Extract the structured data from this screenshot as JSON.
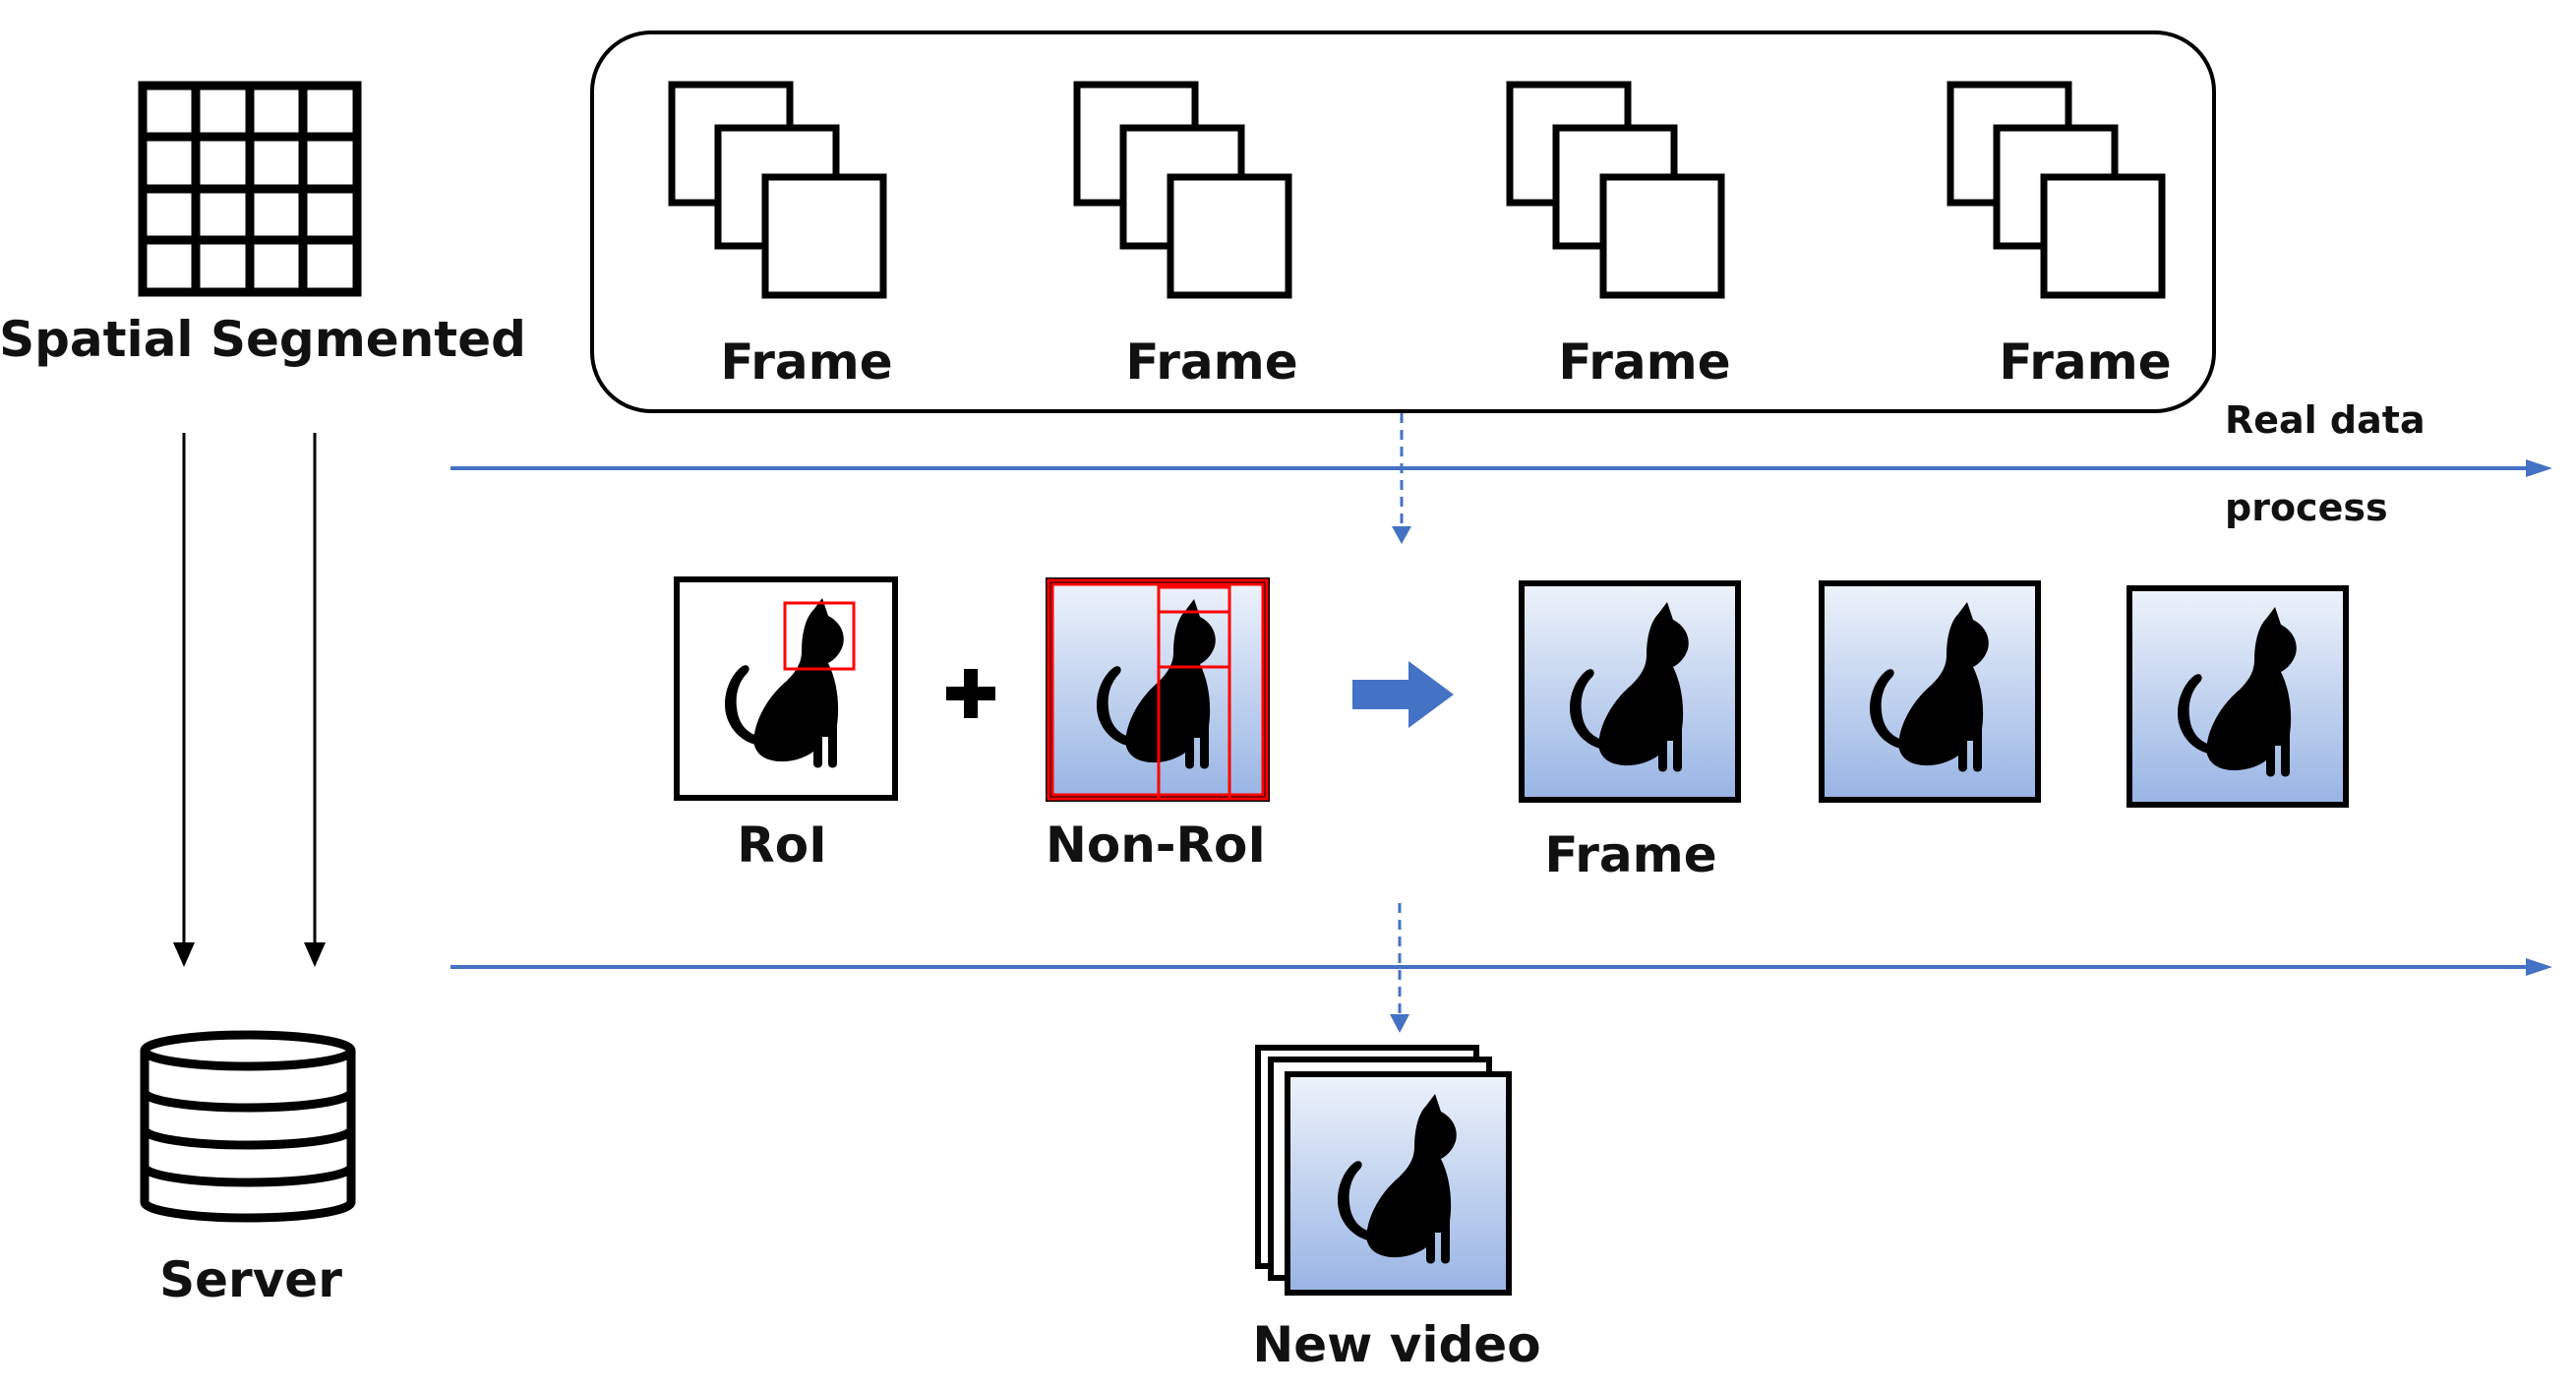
{
  "labels": {
    "spatial_segmented": "Spatial Segmented",
    "server": "Server",
    "real_data_line1": "Real data",
    "real_data_line2": "process",
    "roi": "RoI",
    "non_roi": "Non-RoI",
    "frame_result": "Frame",
    "new_video": "New video"
  },
  "top_frames": [
    {
      "label": "Frame"
    },
    {
      "label": "Frame"
    },
    {
      "label": "Frame"
    },
    {
      "label": "Frame"
    }
  ],
  "colors": {
    "blue_line": "#4472C4",
    "roi_box": "#FF0000",
    "thumb_top": "#EEF3FB",
    "thumb_bottom": "#98B4E4",
    "ink": "#000000"
  },
  "icons": {
    "grid": "grid-icon",
    "database": "database-icon",
    "frame_stack": "frame-stack-icon",
    "cat": "cat-silhouette-icon",
    "plus": "plus-icon",
    "arrow": "right-arrow-icon"
  }
}
